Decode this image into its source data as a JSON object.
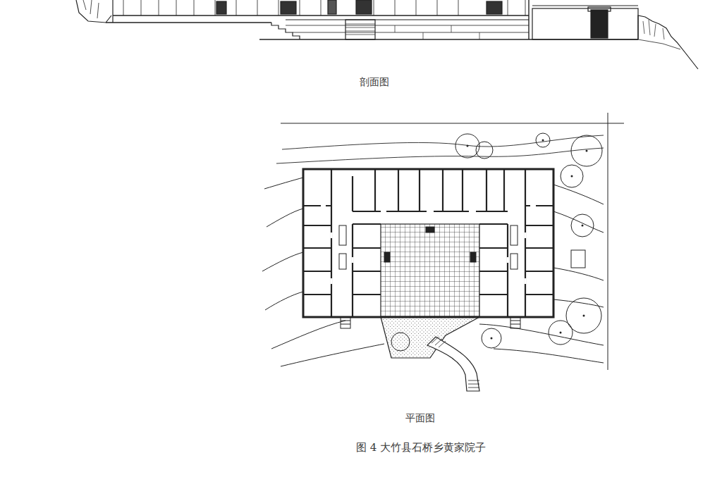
{
  "diagram": {
    "caption": "图 4 大竹县石桥乡黄家院子",
    "labels": [
      "剖面图",
      "平面图"
    ]
  }
}
